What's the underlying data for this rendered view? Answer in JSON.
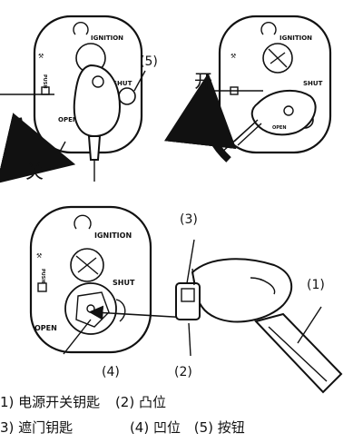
{
  "panel_text": {
    "ignition": "IGNITION",
    "shut": "SHUT",
    "open": "OPEN",
    "push": "PUSH"
  },
  "top_left": {
    "callout": "(5)",
    "direction": "关"
  },
  "top_right": {
    "direction": "开"
  },
  "bottom": {
    "callouts": [
      "(3)",
      "(1)",
      "(4)",
      "(2)"
    ]
  },
  "legend": {
    "row1": {
      "item1": "1) 电源开关钥匙",
      "item2": "(2) 凸位"
    },
    "row2": {
      "item3": "3) 遮门钥匙",
      "item4": "(4) 凹位",
      "item5": "(5) 按钮"
    }
  }
}
